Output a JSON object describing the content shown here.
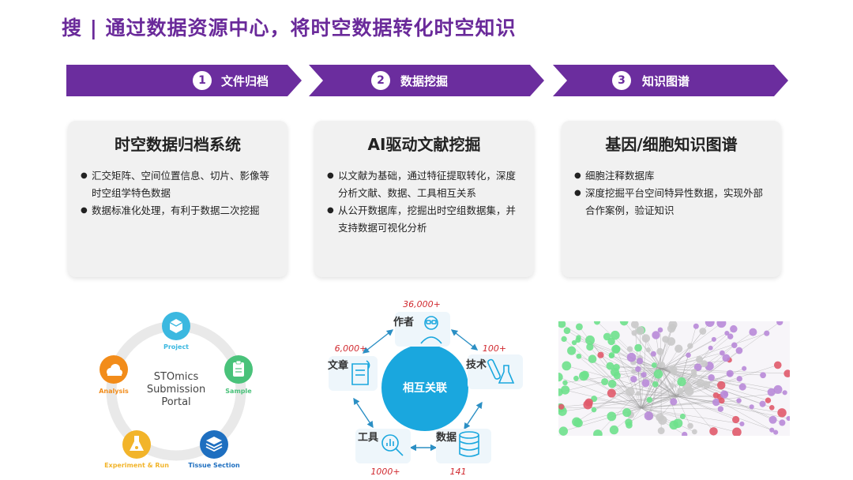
{
  "title": "搜 | 通过数据资源中心，将时空数据转化时空知识",
  "steps": [
    {
      "num": "1",
      "label": "文件归档"
    },
    {
      "num": "2",
      "label": "数据挖掘"
    },
    {
      "num": "3",
      "label": "知识图谱"
    }
  ],
  "cards": [
    {
      "title": "时空数据归档系统",
      "bullets": [
        "汇交矩阵、空间位置信息、切片、影像等时空组学特色数据",
        "数据标准化处理，有利于数据二次挖掘"
      ]
    },
    {
      "title": "AI驱动文献挖掘",
      "bullets": [
        "以文献为基础，通过特征提取转化，深度分析文献、数据、工具相互关系",
        "从公开数据库，挖掘出时空组数据集，并支持数据可视化分析"
      ]
    },
    {
      "title": "基因/细胞知识图谱",
      "bullets": [
        "细胞注释数据库",
        "深度挖掘平台空间特异性数据，实现外部合作案例，验证知识"
      ]
    }
  ],
  "portal": {
    "center": [
      "STOmics",
      "Submission",
      "Portal"
    ],
    "nodes": [
      {
        "label": "Project",
        "color": "#3bb8e0",
        "icon": "cube-icon"
      },
      {
        "label": "Sample",
        "color": "#49c27a",
        "icon": "clipboard-icon"
      },
      {
        "label": "Tissue Section",
        "color": "#1e6fc0",
        "icon": "layers-icon"
      },
      {
        "label": "Experiment & Run",
        "color": "#f2b42a",
        "icon": "flask-icon"
      },
      {
        "label": "Analysis",
        "color": "#f28c1a",
        "icon": "cloud-icon"
      }
    ]
  },
  "network": {
    "center": "相互关联",
    "nodes": [
      {
        "name": "作者",
        "count": "36,000+",
        "icon": "scientist-icon"
      },
      {
        "name": "技术",
        "count": "100+",
        "icon": "test-tube-icon"
      },
      {
        "name": "数据",
        "count": "141",
        "icon": "database-icon"
      },
      {
        "name": "工具",
        "count": "1000+",
        "icon": "magnifier-chart-icon"
      },
      {
        "name": "文章",
        "count": "6,000+",
        "icon": "scroll-icon"
      }
    ]
  },
  "colors": {
    "accent": "#6b2d9e",
    "hub": "#1aa7de",
    "count": "#d0282e"
  }
}
